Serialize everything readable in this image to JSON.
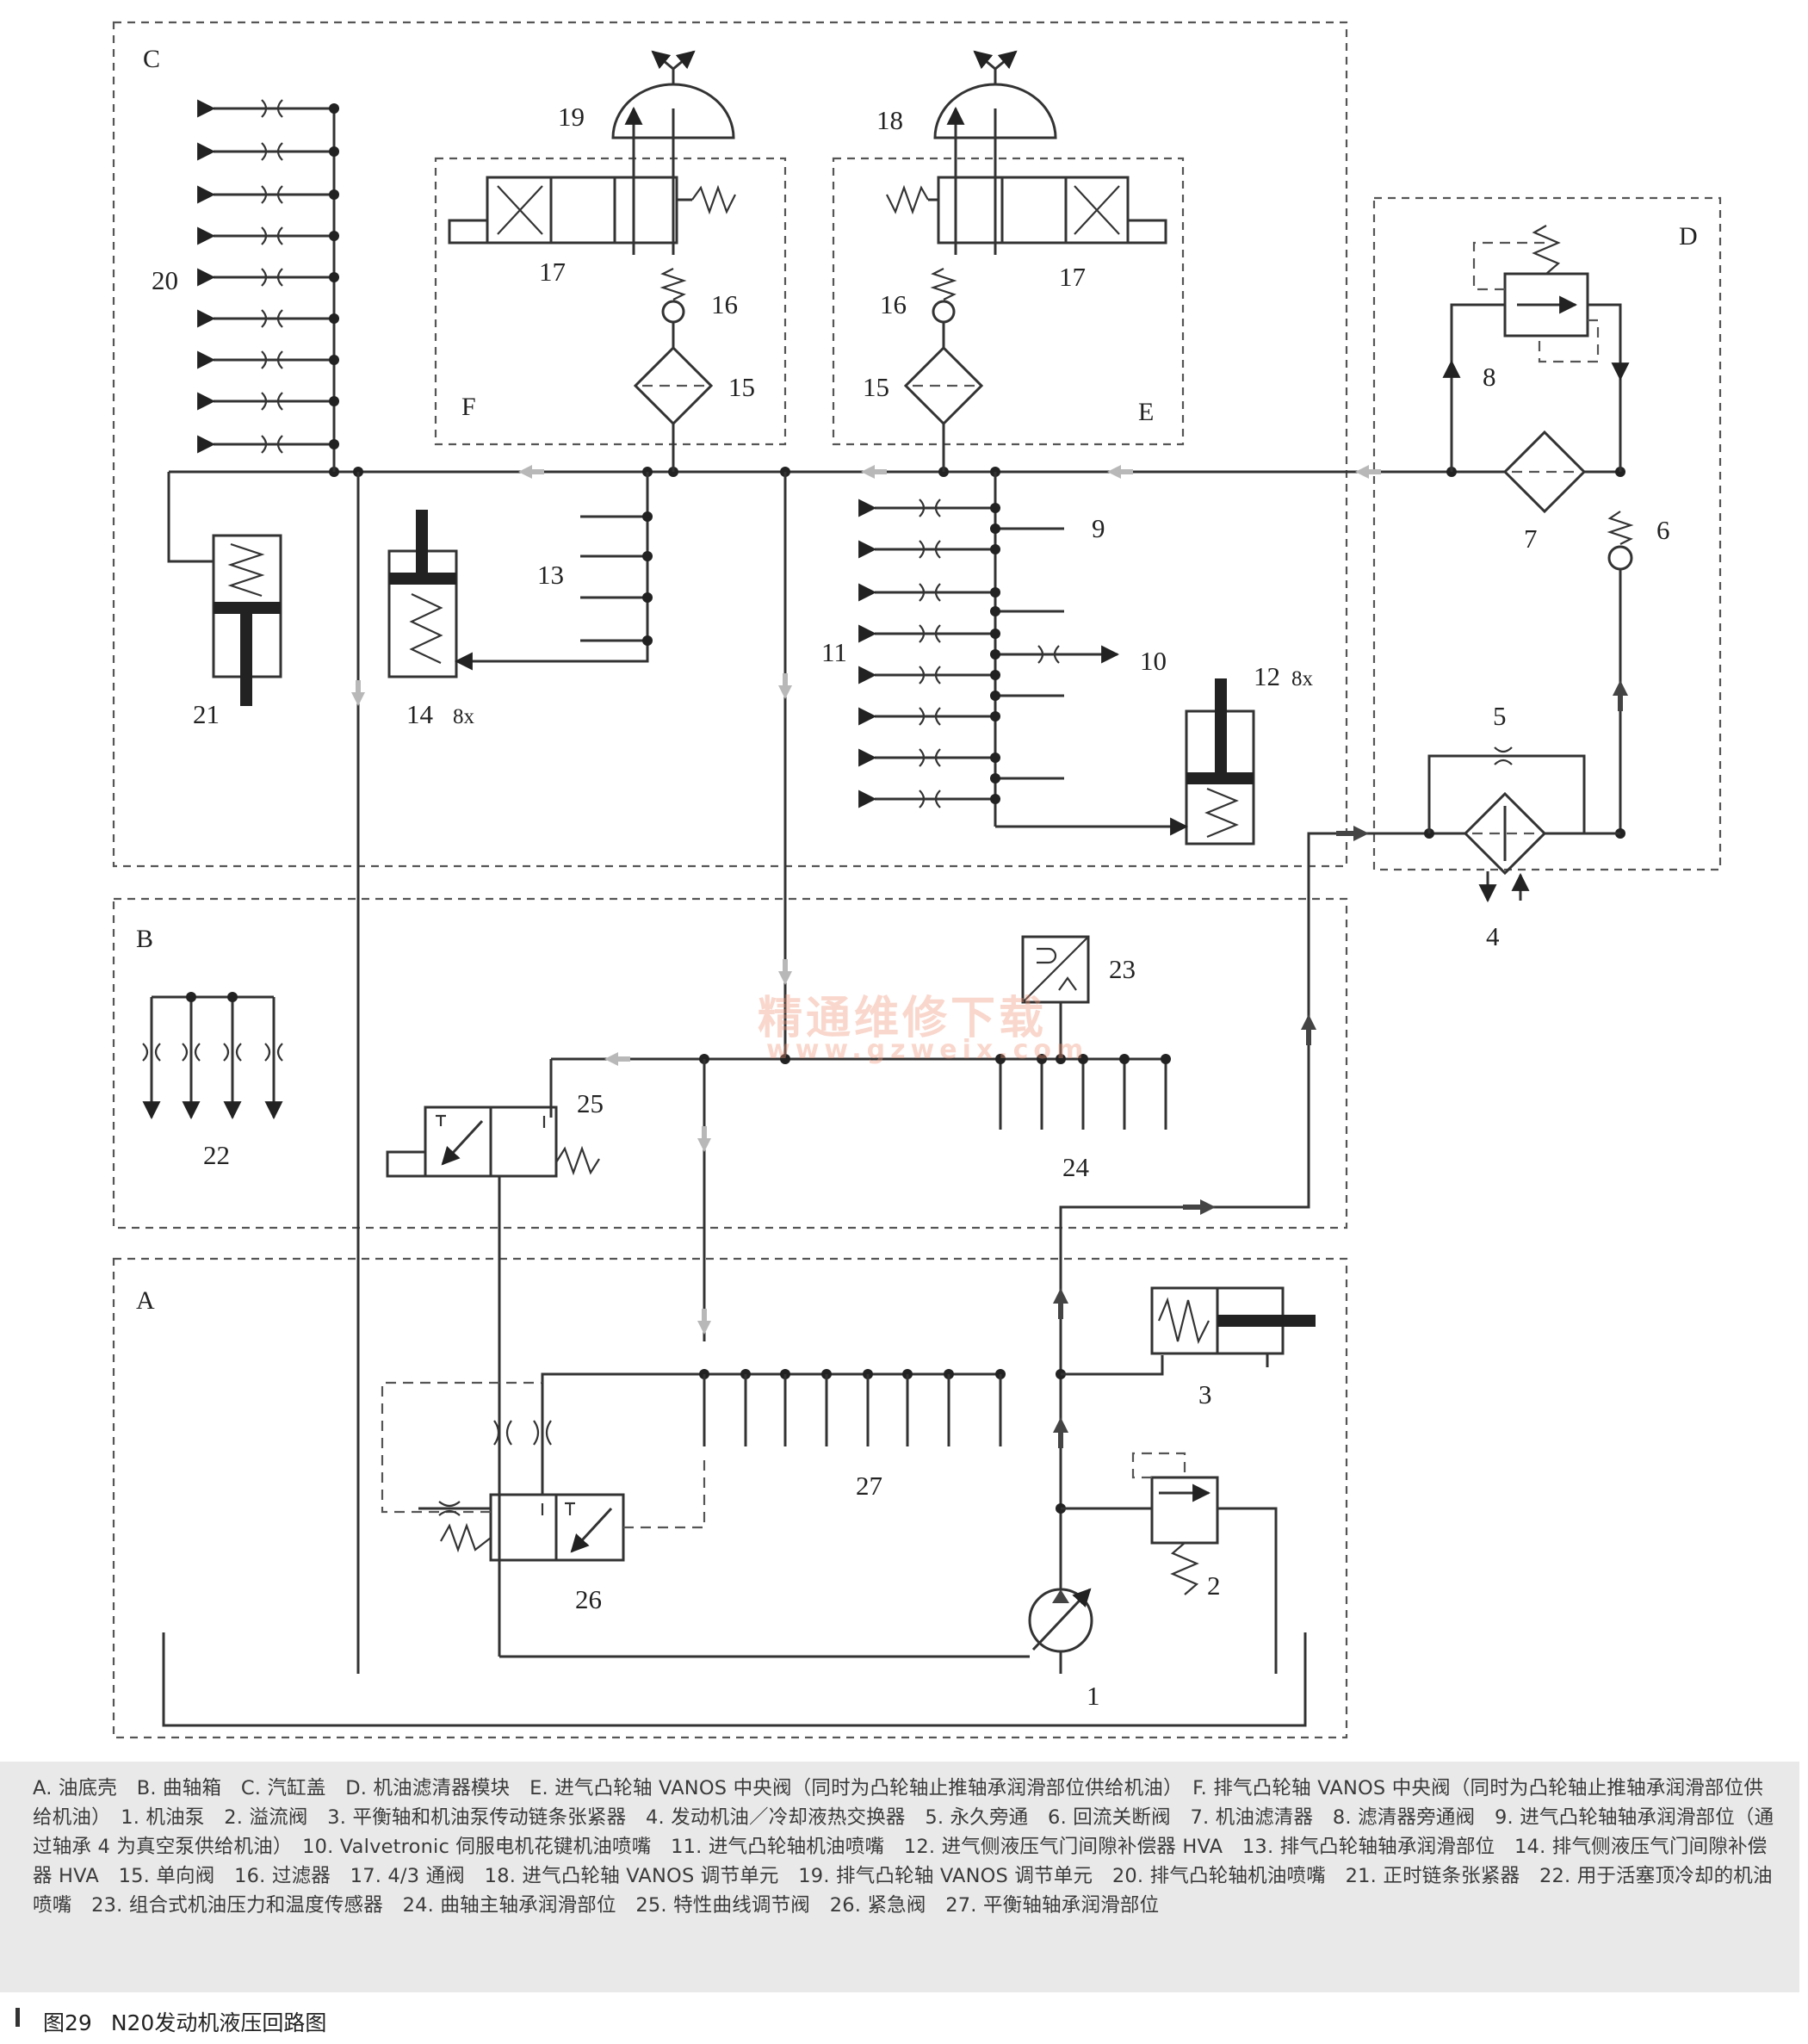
{
  "zones": {
    "a": "A",
    "b": "B",
    "c": "C",
    "d": "D",
    "e": "E",
    "f": "F"
  },
  "labels": {
    "n1": "1",
    "n2": "2",
    "n3": "3",
    "n4": "4",
    "n5": "5",
    "n6": "6",
    "n7": "7",
    "n8": "8",
    "n9": "9",
    "n10": "10",
    "n11": "11",
    "n12": "12",
    "n12x": "8x",
    "n13": "13",
    "n14": "14",
    "n14x": "8x",
    "n15": "15",
    "n16": "16",
    "n17": "17",
    "n18": "18",
    "n19": "19",
    "n20": "20",
    "n21": "21",
    "n22": "22",
    "n23": "23",
    "n24": "24",
    "n25": "25",
    "n26": "26",
    "n27": "27"
  },
  "watermark": {
    "cn": "精通维修下载",
    "url": "www.gzweix.com"
  },
  "caption": "A. 油底壳　B. 曲轴箱　C. 汽缸盖　D. 机油滤清器模块　E. 进气凸轮轴 VANOS 中央阀（同时为凸轮轴止推轴承润滑部位供给机油）　F. 排气凸轮轴 VANOS 中央阀（同时为凸轮轴止推轴承润滑部位供给机油）　1. 机油泵　2. 溢流阀　3. 平衡轴和机油泵传动链条张紧器　4. 发动机油／冷却液热交换器　5. 永久旁通　6. 回流关断阀　7. 机油滤清器　8. 滤清器旁通阀　9. 进气凸轮轴轴承润滑部位（通过轴承 4 为真空泵供给机油）　10. Valvetronic 伺服电机花键机油喷嘴　11. 进气凸轮轴机油喷嘴　12. 进气侧液压气门间隙补偿器 HVA　13. 排气凸轮轴轴承润滑部位　14. 排气侧液压气门间隙补偿器 HVA　15. 单向阀　16. 过滤器　17. 4/3 通阀　18. 进气凸轮轴 VANOS 调节单元　19. 排气凸轮轴 VANOS 调节单元　20. 排气凸轮轴机油喷嘴　21. 正时链条张紧器　22. 用于活塞顶冷却的机油喷嘴　23. 组合式机油压力和温度传感器　24. 曲轴主轴承润滑部位　25. 特性曲线调节阀　26. 紧急阀　27. 平衡轴轴承润滑部位",
  "figure": {
    "number": "图29",
    "title": "N20发动机液压回路图"
  }
}
